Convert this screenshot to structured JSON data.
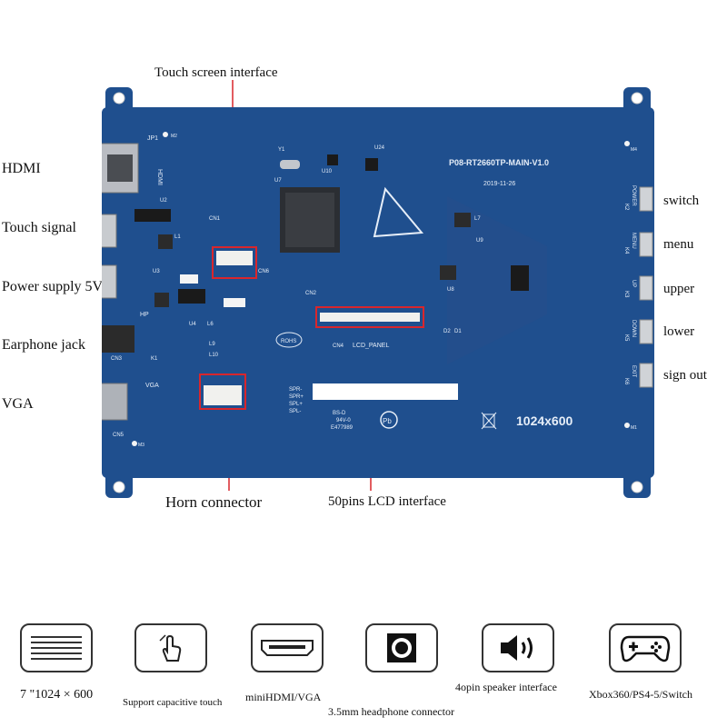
{
  "callouts": {
    "touch_screen": "Touch screen interface",
    "horn": "Horn connector",
    "lcd_interface": "50pins LCD interface"
  },
  "left_labels": [
    "HDMI",
    "Touch signal",
    "Power supply 5V",
    "Earphone jack",
    "VGA"
  ],
  "right_labels": [
    "switch",
    "menu",
    "upper",
    "lower",
    "sign out"
  ],
  "board": {
    "model": "P08-RT2660TP-MAIN-V1.0",
    "date": "2019-11-26",
    "resolution": "1024x600",
    "lcd_label": "LCD_PANEL",
    "silk": {
      "jp1": "JP1",
      "hdmi": "HDMI",
      "cn1": "CN1",
      "hp": "HP",
      "vga": "VGA",
      "cn5": "CN5",
      "cn3": "CN3",
      "cn4": "CN4",
      "cn6": "CN6",
      "cn2": "CN2",
      "y1": "Y1",
      "u10": "U10",
      "u24": "U24",
      "u7": "U7",
      "u2": "U2",
      "u3": "U3",
      "u4": "U4",
      "u8": "U8",
      "u9": "U9",
      "l6": "L6",
      "l7": "L7",
      "l9": "L9",
      "l10": "L10",
      "l1": "L1",
      "k2": "K2",
      "k4": "K4",
      "k3": "K3",
      "k5": "K5",
      "k6": "K6",
      "power": "POWER",
      "menu": "MENU",
      "up": "UP",
      "down": "DOWN",
      "exit": "EXIT",
      "spr_minus": "SPR-",
      "spr_plus": "SPR+",
      "spl_plus": "SPL+",
      "spl_minus": "SPL-",
      "rohs": "ROHS",
      "bsd": "BS-D",
      "e477989": "E477989",
      "v0": "94V-0",
      "pb": "Pb",
      "m1": "M1",
      "m2": "M2",
      "m3": "M3",
      "m4": "M4",
      "d1": "D1",
      "d2": "D2",
      "k1": "K1"
    }
  },
  "features": [
    {
      "label": "7 \"1024 × 600",
      "icon": "screen-grid-icon"
    },
    {
      "label": "Support capacitive touch",
      "icon": "touch-hand-icon"
    },
    {
      "label": "miniHDMI/VGA",
      "icon": "hdmi-port-icon"
    },
    {
      "label": "3.5mm headphone connector",
      "icon": "audio-jack-icon"
    },
    {
      "label": "4opin speaker interface",
      "icon": "speaker-icon"
    },
    {
      "label": "Xbox360/PS4-5/Switch",
      "icon": "gamepad-icon"
    }
  ],
  "colors": {
    "pcb": "#1f4f8e",
    "pcb_dark": "#173f74",
    "highlight": "#d9262c",
    "silk": "#e6eef8"
  }
}
